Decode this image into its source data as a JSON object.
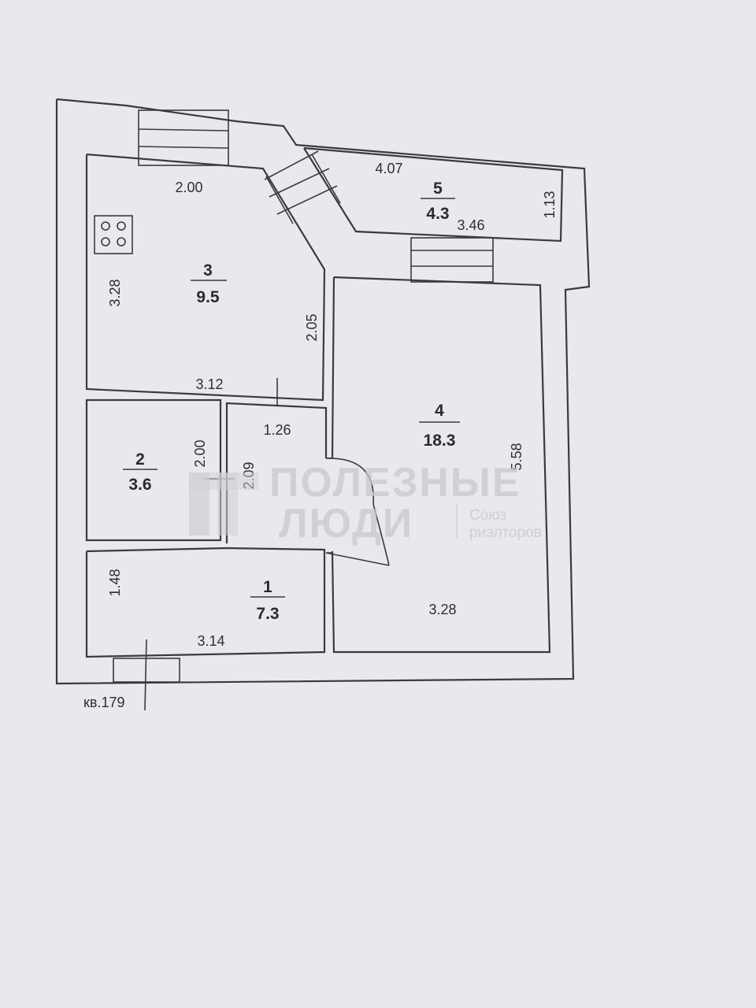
{
  "apartment_label": "кв.179",
  "rooms": [
    {
      "id": "room-1",
      "number": "1",
      "area": "7.3"
    },
    {
      "id": "room-2",
      "number": "2",
      "area": "3.6"
    },
    {
      "id": "room-3",
      "number": "3",
      "area": "9.5"
    },
    {
      "id": "room-4",
      "number": "4",
      "area": "18.3"
    },
    {
      "id": "room-5",
      "number": "5",
      "area": "4.3"
    }
  ],
  "dimensions": {
    "r3_top": "2.00",
    "r3_left": "3.28",
    "r3_right": "2.05",
    "r3_bottom": "3.12",
    "r5_top": "4.07",
    "r5_bottom": "3.46",
    "r5_right": "1.13",
    "r2_right": "2.00",
    "corridor_top": "1.26",
    "corridor_left": "2.09",
    "r1_left": "1.48",
    "r1_bottom": "3.14",
    "r4_right": "5.58",
    "r4_bottom": "3.28"
  },
  "watermark": {
    "line1": "ПОЛЕЗНЫЕ",
    "line2": "ЛЮДИ",
    "sub1": "Союз",
    "sub2": "риэлторов"
  },
  "colors": {
    "paper": "#e9e8ee",
    "ink": "#3a3a3f",
    "watermark": "#c9c8cf"
  }
}
